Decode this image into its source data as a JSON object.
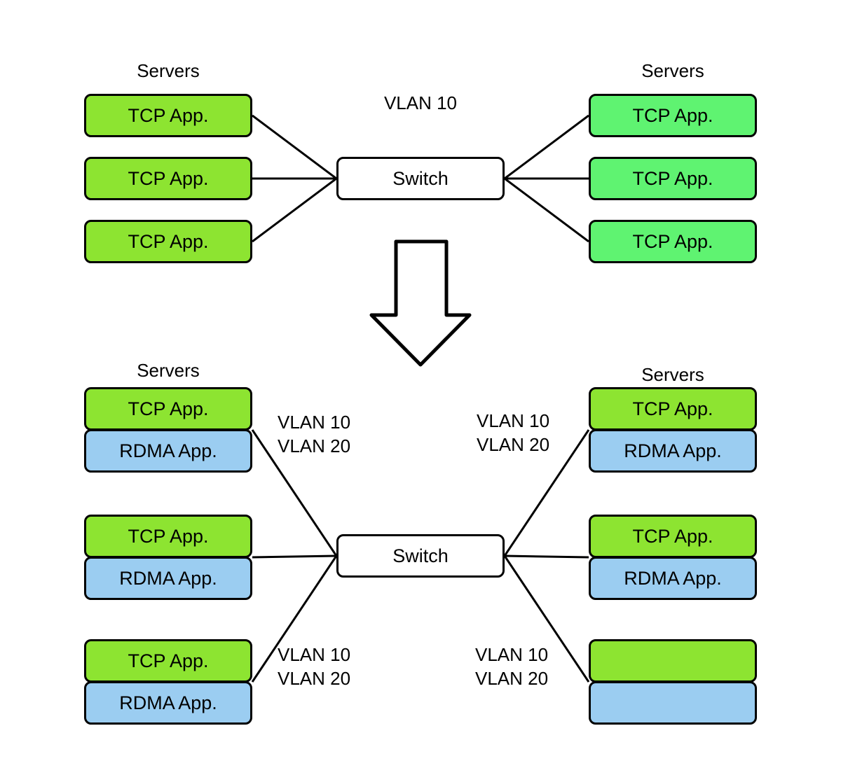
{
  "colors": {
    "background": "#ffffff",
    "stroke": "#000000",
    "green_primary": "#8de431",
    "green_alt": "#5ff371",
    "blue_rdma": "#9bcdf1"
  },
  "icons": {
    "transition_arrow": "down-arrow-outline"
  },
  "top_section": {
    "left_group_title": "Servers",
    "right_group_title": "Servers",
    "vlan_label": "VLAN 10",
    "switch": {
      "label": "Switch"
    },
    "left_servers": [
      {
        "label": "TCP App."
      },
      {
        "label": "TCP App."
      },
      {
        "label": "TCP App."
      }
    ],
    "right_servers": [
      {
        "label": "TCP App."
      },
      {
        "label": "TCP App."
      },
      {
        "label": "TCP App."
      }
    ]
  },
  "bottom_section": {
    "left_group_title": "Servers",
    "right_group_title": "Servers",
    "switch": {
      "label": "Switch"
    },
    "left_servers": [
      {
        "tcp": "TCP App.",
        "rdma": "RDMA App."
      },
      {
        "tcp": "TCP App.",
        "rdma": "RDMA App."
      },
      {
        "tcp": "TCP App.",
        "rdma": "RDMA App."
      }
    ],
    "right_servers": [
      {
        "tcp": "TCP App.",
        "rdma": "RDMA App."
      },
      {
        "tcp": "TCP App.",
        "rdma": "RDMA App."
      }
    ],
    "vlan_labels": {
      "left_top": [
        "VLAN 10",
        "VLAN 20"
      ],
      "right_top": [
        "VLAN 10",
        "VLAN 20"
      ],
      "left_bottom": [
        "VLAN 10",
        "VLAN 20"
      ],
      "right_bottom": [
        "VLAN 10",
        "VLAN 20"
      ]
    }
  }
}
